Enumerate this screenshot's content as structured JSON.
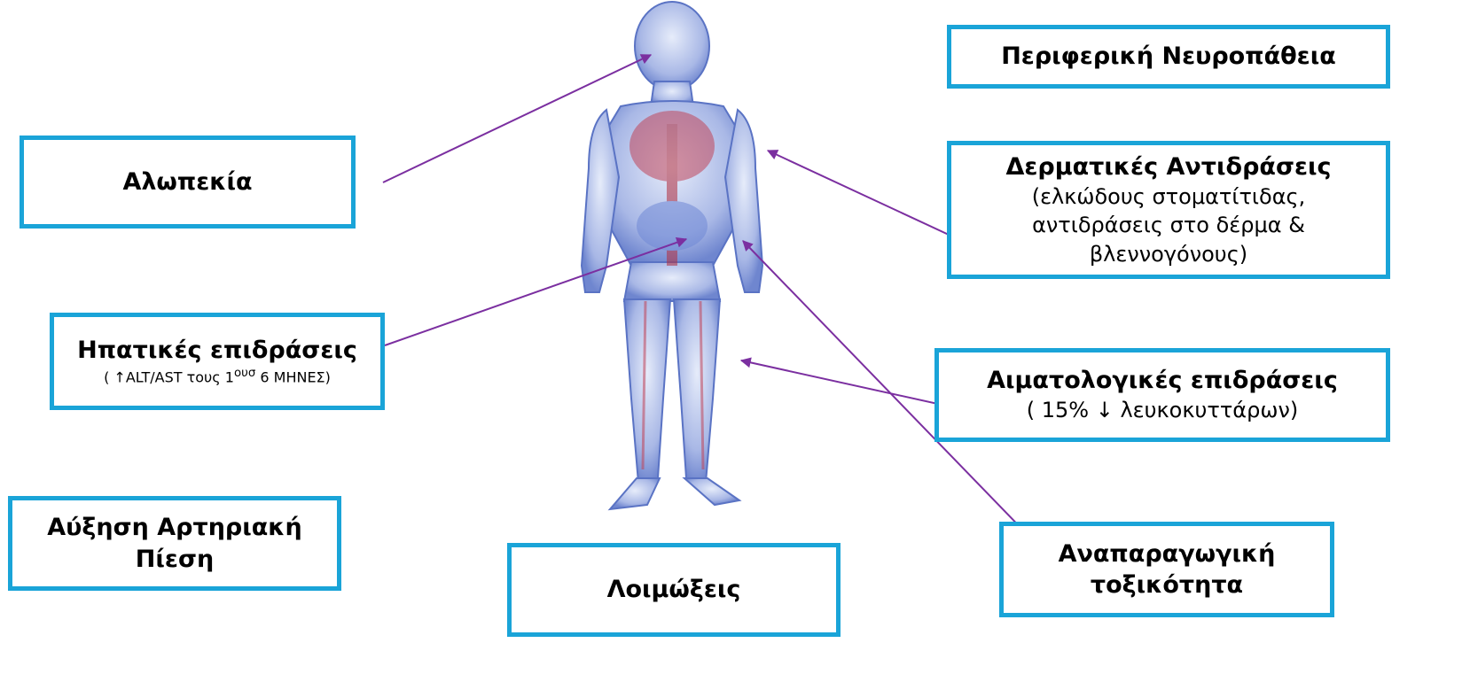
{
  "diagram": {
    "figure_icon": "human-body-anatomy",
    "accent_color": "#1aa4d8",
    "arrow_color": "#7b2fa0",
    "boxes": {
      "alopecia": {
        "title": "Αλωπεκία"
      },
      "liver": {
        "title": "Ηπατικές επιδράσεις",
        "detail_open": "(",
        "detail_arrow": "↑",
        "detail_rest": "ALT/AST τους 1",
        "detail_sup": "ουσ",
        "detail_end": " 6 ΜΗΝΕΣ)"
      },
      "blood_pressure": {
        "title": "Αύξηση Αρτηριακή Πίεση"
      },
      "infections": {
        "title": "Λοιμώξεις"
      },
      "neuropathy": {
        "title": "Περιφερική Νευροπάθεια"
      },
      "dermatologic": {
        "title": "Δερματικές Αντιδράσεις",
        "detail": "(ελκώδους στοματίτιδας, αντιδράσεις στο δέρμα & βλεννογόνους)"
      },
      "hematologic": {
        "title": "Αιματολογικές επιδράσεις",
        "detail": "( 15% ↓ λευκοκυττάρων)"
      },
      "reproductive": {
        "title": "Αναπαραγωγική τοξικότητα"
      }
    }
  }
}
